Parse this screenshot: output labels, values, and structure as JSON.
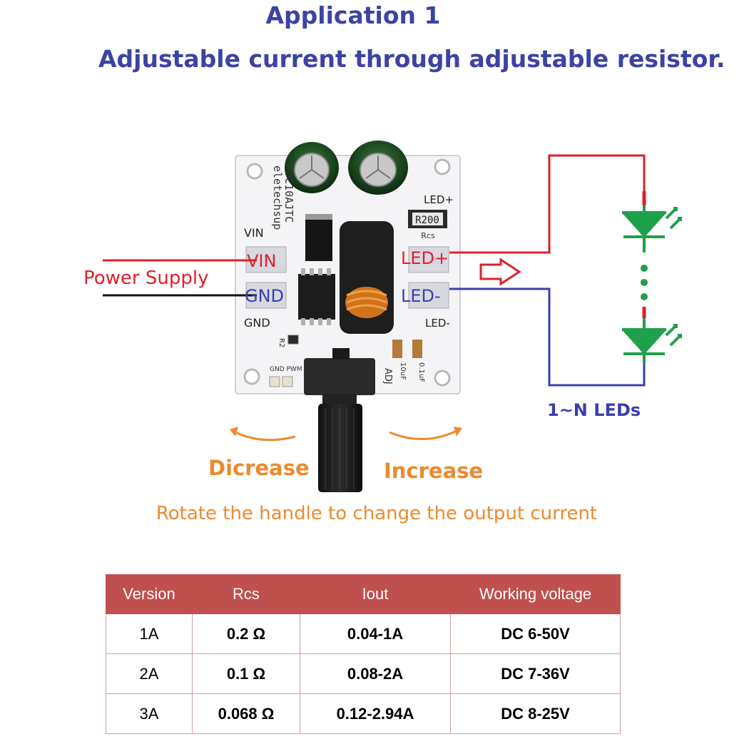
{
  "title": "Application 1",
  "subtitle": "Adjustable current through adjustable resistor.",
  "labels": {
    "power_supply": "Power Supply",
    "vin_left": "VIN",
    "vin_pad": "VIN",
    "gnd_pad": "GND",
    "gnd_left": "GND",
    "led_plus_top": "LED+",
    "led_plus_pad": "LED+",
    "led_minus_pad": "LED-",
    "led_minus_bottom": "LED-",
    "resistor": "R200",
    "rcs": "Rcs",
    "r2": "R2",
    "adj": "ADJ",
    "gnd_pwm": "GND PWM",
    "brand": "eletechsup",
    "model": "DC10AJTC",
    "cap1": "10uF",
    "cap2": "0.1uF",
    "leds": "1~N LEDs",
    "decrease": "Dicrease",
    "increase": "Increase",
    "rotate_hint": "Rotate the handle to change the output current"
  },
  "colors": {
    "title": "#3b44a4",
    "red_wire": "#e0202a",
    "blue_wire": "#3a3fb0",
    "led_green": "#1fa04a",
    "orange": "#ec8a2e",
    "table_header": "#c0504d"
  },
  "table": {
    "headers": [
      "Version",
      "Rcs",
      "Iout",
      "Working voltage"
    ],
    "rows": [
      [
        "1A",
        "0.2 Ω",
        "0.04-1A",
        "DC 6-50V"
      ],
      [
        "2A",
        "0.1 Ω",
        "0.08-2A",
        "DC 7-36V"
      ],
      [
        "3A",
        "0.068 Ω",
        "0.12-2.94A",
        "DC 8-25V"
      ]
    ]
  }
}
